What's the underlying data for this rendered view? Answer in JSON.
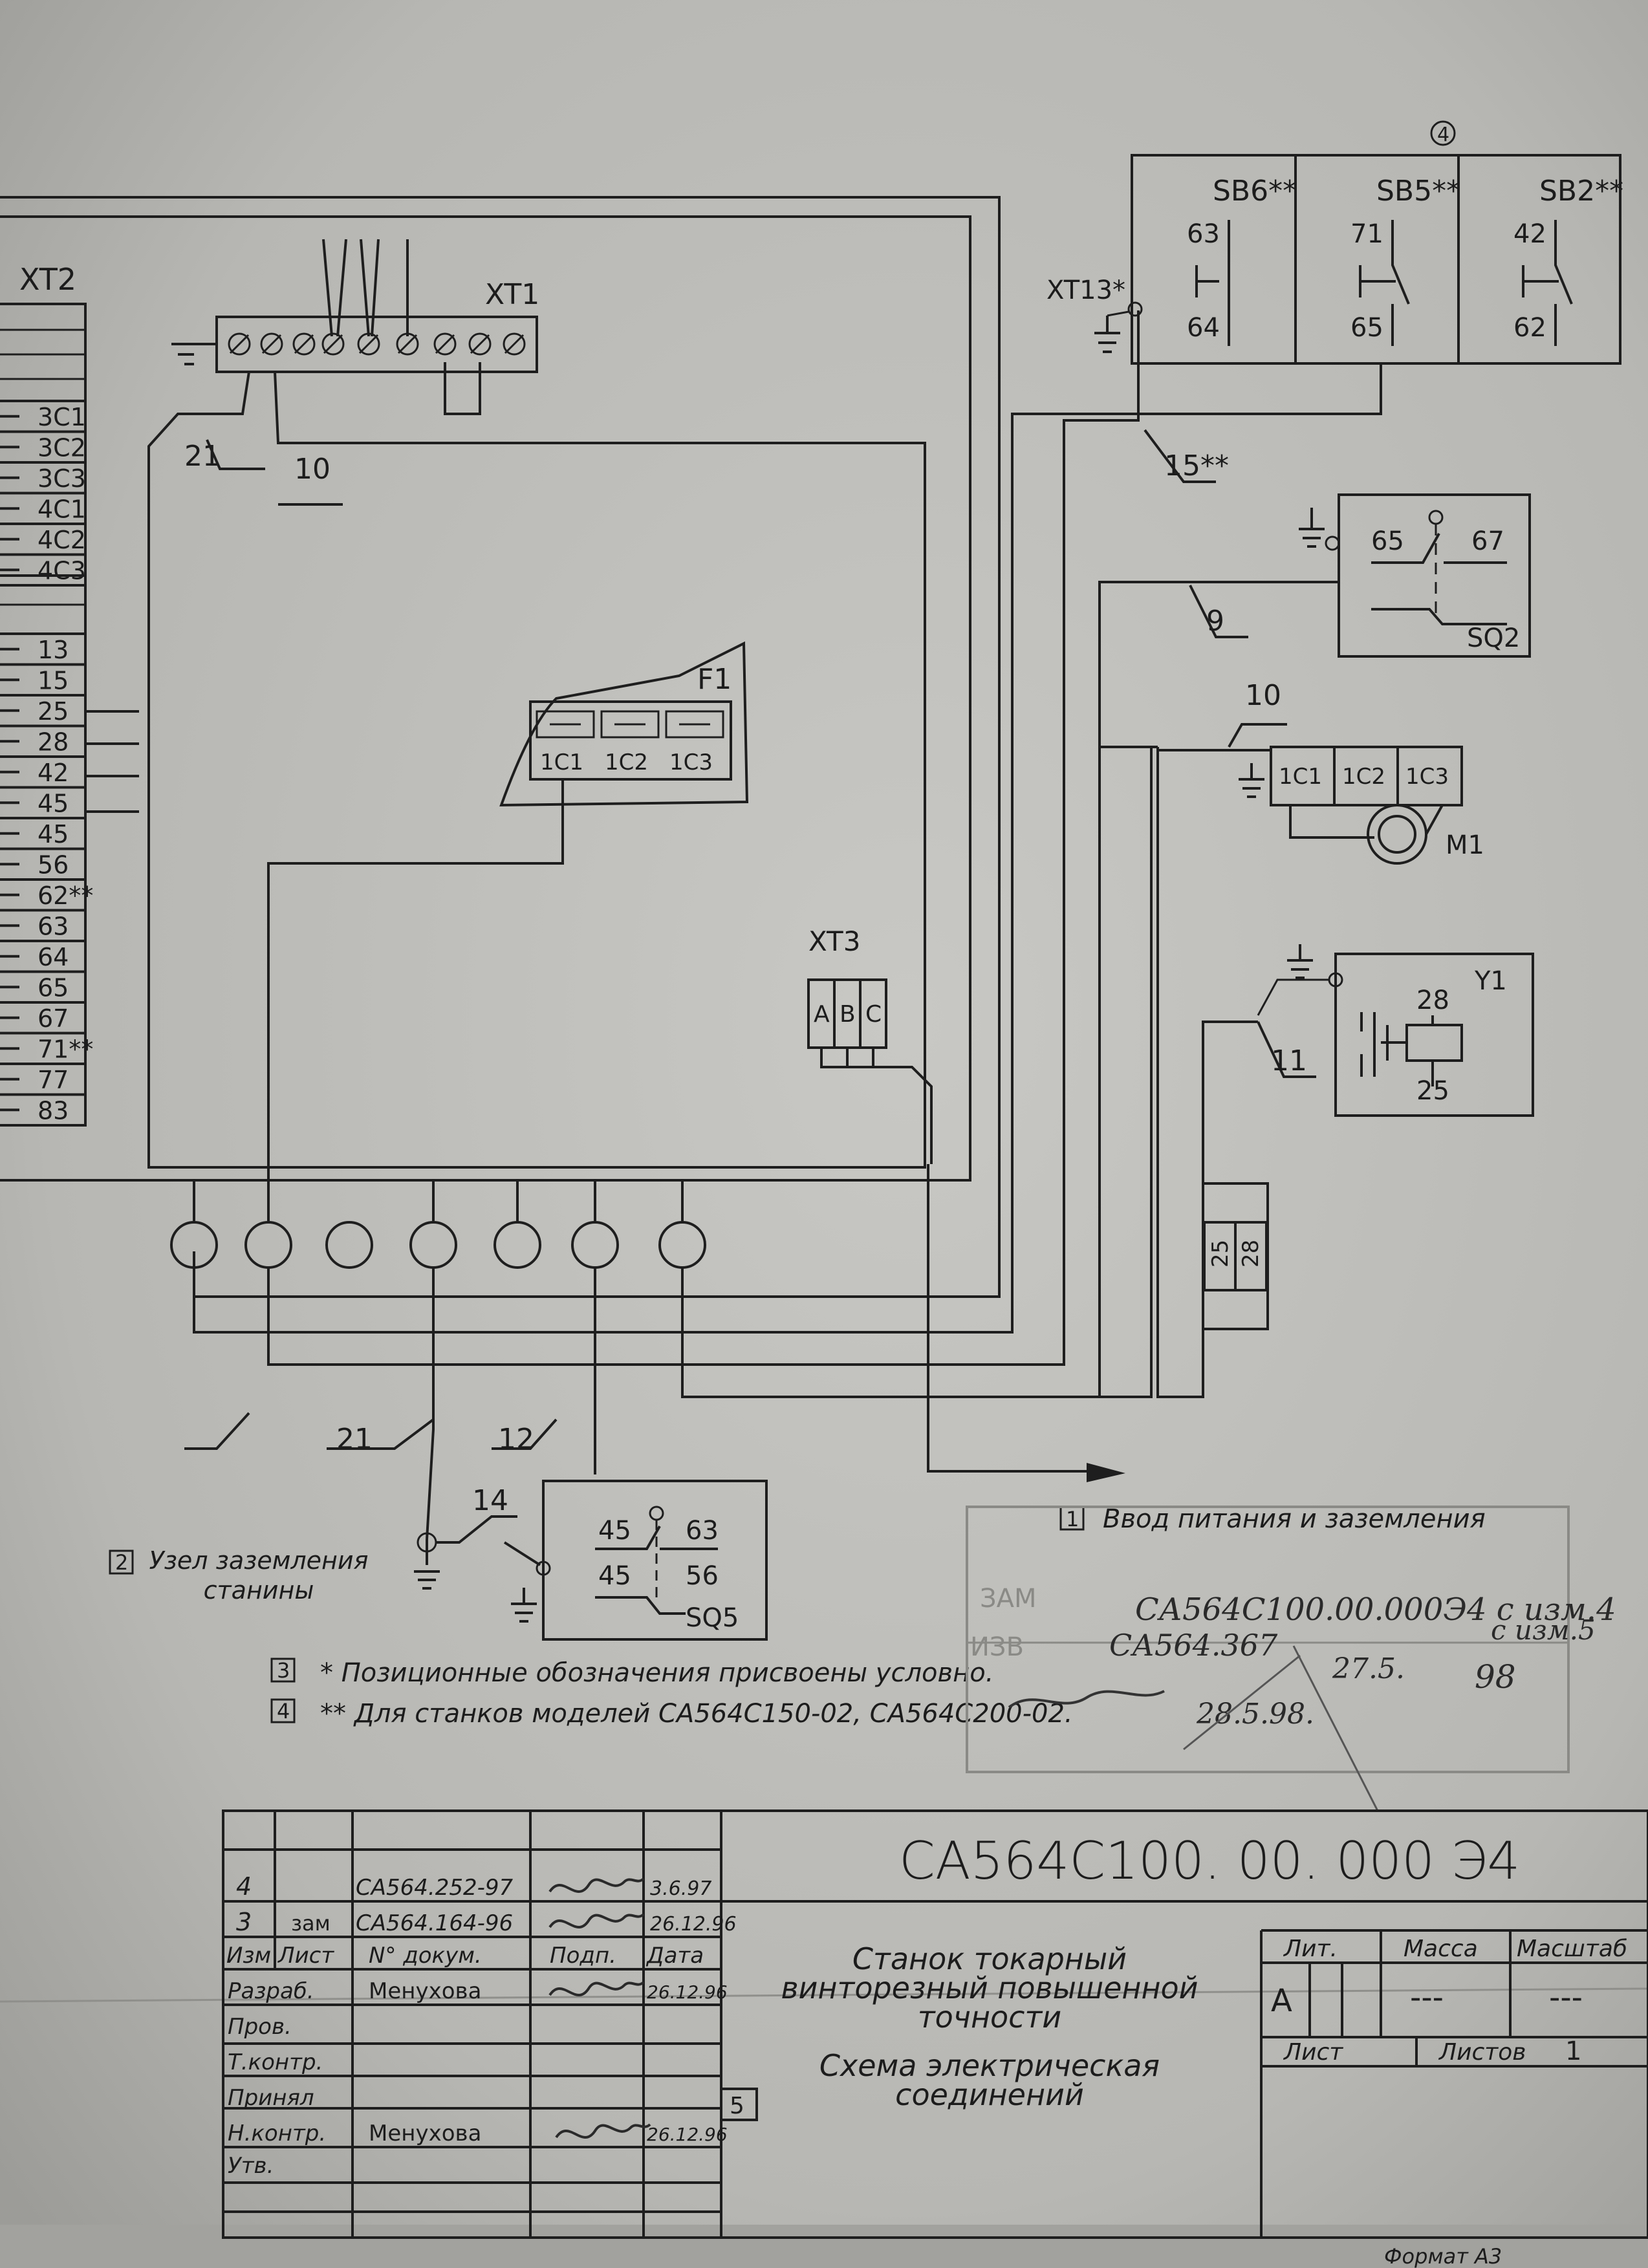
{
  "strip_xt2": {
    "title": "XT2",
    "terminals": [
      "3C1",
      "3C2",
      "3C3",
      "4C1",
      "4C2",
      "4C3",
      "13",
      "15",
      "25",
      "28",
      "42",
      "45",
      "45",
      "56",
      "62**",
      "63",
      "64",
      "65",
      "67",
      "71**",
      "77",
      "83"
    ]
  },
  "xt1": {
    "title": "XT1"
  },
  "xt13": {
    "title": "XT13*"
  },
  "xt3": {
    "title": "XT3",
    "cells": [
      "A",
      "B",
      "C"
    ]
  },
  "buttons": [
    {
      "name": "SB6**",
      "top": "63",
      "bottom": "64"
    },
    {
      "name": "SB5**",
      "top": "71",
      "bottom": "65"
    },
    {
      "name": "SB2**",
      "top": "42",
      "bottom": "62"
    }
  ],
  "circled_mark": "4",
  "fuse": {
    "name": "F1",
    "cells": [
      "1C1",
      "1C2",
      "1C3"
    ]
  },
  "sq2": {
    "name": "SQ2",
    "left": "65",
    "right": "67"
  },
  "motor": {
    "name": "M1",
    "cells": [
      "1C1",
      "1C2",
      "1C3"
    ]
  },
  "y1": {
    "name": "Y1",
    "top": "28",
    "bottom": "25"
  },
  "sq5": {
    "name": "SQ5",
    "r1l": "45",
    "r1r": "63",
    "r2l": "45",
    "r2r": "56"
  },
  "pin_block": [
    "25",
    "28"
  ],
  "wire_labels": {
    "w21a": "21",
    "w10a": "10",
    "w15": "15**",
    "w9": "9",
    "w10b": "10",
    "w11": "11",
    "w21b": "21",
    "w12": "12",
    "w14": "14"
  },
  "notes": [
    {
      "num": "1",
      "text": "Ввод питания и заземления"
    },
    {
      "num": "2",
      "text": "Узел заземления станины"
    },
    {
      "num": "3",
      "text": "* Позиционные обозначения присвоены условно."
    },
    {
      "num": "4",
      "text": "** Для станков моделей СА564С150-02, СА564С200-02."
    }
  ],
  "stamp": {
    "line1": "СА564С100.00.000Э4 с изм.4",
    "line1b": "с изм.5",
    "line2": "СА564.367",
    "line2b": "27.5.",
    "line2c": "98",
    "line3": "28.5.98.",
    "printed1": "ЗАМ",
    "printed2": "ИЗВ"
  },
  "title_block": {
    "code": "СА564С100. 00. 000 Э4",
    "name_lines": [
      "Станок токарный",
      "винторезный повышенной",
      "точности",
      "Схема электрическая",
      "соединений"
    ],
    "rev_rows": [
      {
        "izm": "4",
        "list": "",
        "doc": "СА564.252-97",
        "date": "3.6.97"
      },
      {
        "izm": "3",
        "list": "зам",
        "doc": "СА564.164-96",
        "date": "26.12.96"
      }
    ],
    "col_headers": [
      "Изм",
      "Лист",
      "N° докум.",
      "Подп.",
      "Дата"
    ],
    "roles": [
      "Разраб.",
      "Пров.",
      "Т.контр.",
      "Принял",
      "Н.контр.",
      "Утв."
    ],
    "razrab_name": "Менухова",
    "razrab_date": "26.12.96",
    "nkontr_name": "Менухова",
    "nkontr_date": "26.12.96",
    "sheet_cell": "5",
    "lit_label": "Лит.",
    "lit_value": "А",
    "massa_label": "Масса",
    "massa_value": "---",
    "masshtab_label": "Масштаб",
    "masshtab_value": "---",
    "list_label": "Лист",
    "listov_label": "Листов",
    "listov_value": "1"
  },
  "format": "Формат А3"
}
